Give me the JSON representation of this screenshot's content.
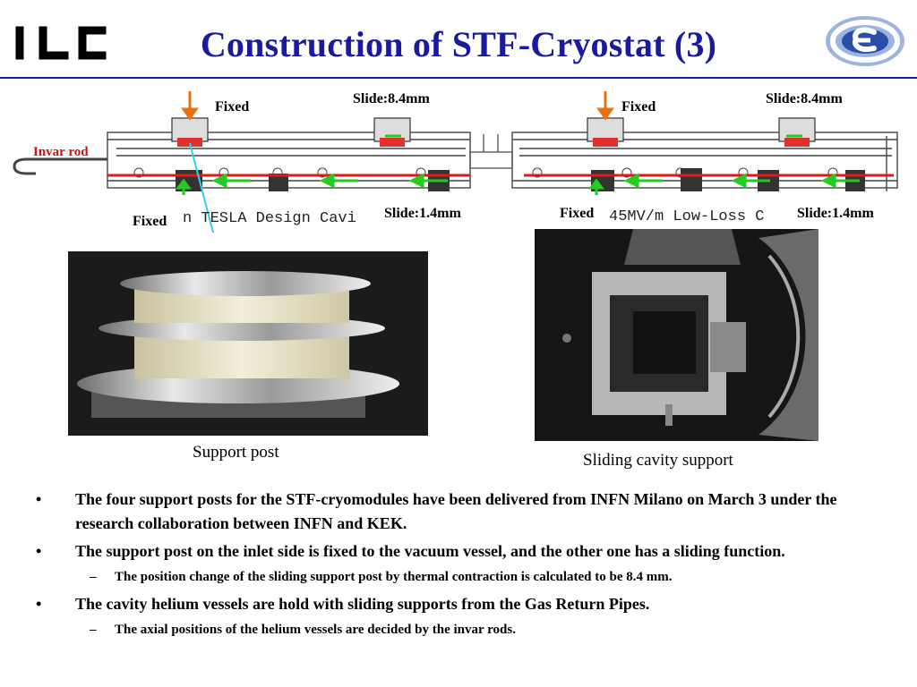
{
  "header": {
    "title": "Construction of STF-Cryostat (3)",
    "logo_left_text": "ILC",
    "colors": {
      "title": "#1a1aa0",
      "rule": "#1a1aa0"
    }
  },
  "diagram": {
    "labels": {
      "fixed_top_left": "Fixed",
      "slide_top_left": "Slide:8.4mm",
      "fixed_top_right": "Fixed",
      "slide_top_right": "Slide:8.4mm",
      "invar_rod": "Invar rod",
      "fixed_bottom_left": "Fixed",
      "slide_bottom_left": "Slide:1.4mm",
      "fixed_bottom_right": "Fixed",
      "slide_bottom_right": "Slide:1.4mm"
    },
    "drawing_text": {
      "left": "n TESLA Design Cavi",
      "right": "45MV/m Low-Loss C"
    },
    "colors": {
      "invar": "#e01818",
      "fixed_arrow": "#e87010",
      "slide_arrow": "#22cc22",
      "pointer": "#33ccee"
    }
  },
  "photos": {
    "support_post_caption": "Support post",
    "sliding_support_caption": "Sliding cavity support"
  },
  "bullets": [
    {
      "level": 1,
      "text": "The four support posts for the STF-cryomodules have been delivered from INFN Milano on March 3 under the research collaboration between INFN and KEK."
    },
    {
      "level": 1,
      "text": "The support post on the inlet side is fixed to the vacuum vessel, and the other one has a sliding function."
    },
    {
      "level": 2,
      "text": "The position change of the sliding support post by thermal contraction is calculated to be 8.4 mm."
    },
    {
      "level": 1,
      "text": "The cavity helium vessels are hold with sliding supports from the Gas Return Pipes."
    },
    {
      "level": 2,
      "text": "The axial positions of the helium vessels are decided by the invar rods."
    }
  ]
}
